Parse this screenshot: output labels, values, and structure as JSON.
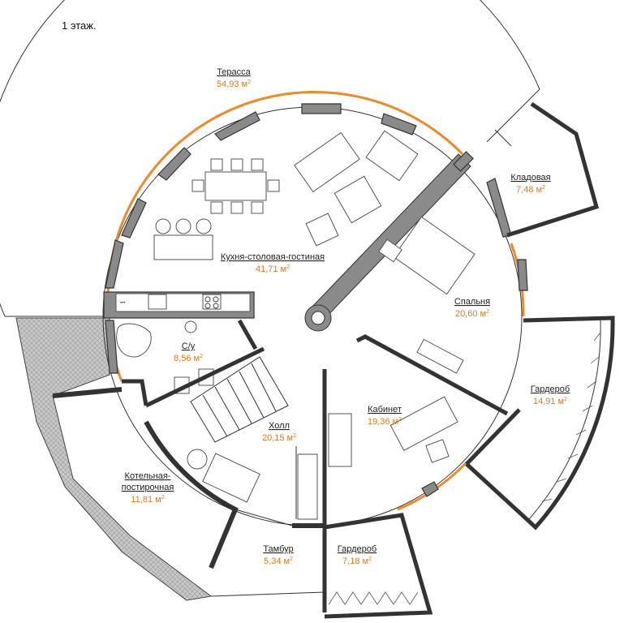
{
  "floor_label": "1 этаж.",
  "rooms": {
    "terrace": {
      "name": "Терасса",
      "area": "54,93 м",
      "sup": "2"
    },
    "storage": {
      "name": "Кладовая",
      "area": "7,48 м",
      "sup": "2"
    },
    "kitchen": {
      "name": "Кухня-столовая-гостиная",
      "area": "41,71 м",
      "sup": "2"
    },
    "bedroom": {
      "name": "Спальня",
      "area": "20,60 м",
      "sup": "2"
    },
    "bathroom": {
      "name": "С/у",
      "area": "8,56 м",
      "sup": "2"
    },
    "wardrobe1": {
      "name": "Гардероб",
      "area": "14,91 м",
      "sup": "2"
    },
    "office": {
      "name": "Кабинет",
      "area": "19,36 м",
      "sup": "2"
    },
    "hall": {
      "name": "Холл",
      "area": "20,15 м",
      "sup": "2"
    },
    "boiler1": {
      "name": "Котельная-",
      "name2": "постирочная",
      "area": "11,81 м",
      "sup": "2"
    },
    "vestibule": {
      "name": "Тамбур",
      "area": "5,34 м",
      "sup": "2"
    },
    "wardrobe2": {
      "name": "Гардероб",
      "area": "7,18 м",
      "sup": "2"
    }
  },
  "colors": {
    "glass": "#f08a24",
    "wall": "#8a8a8a",
    "area_text": "#e07a1f"
  }
}
